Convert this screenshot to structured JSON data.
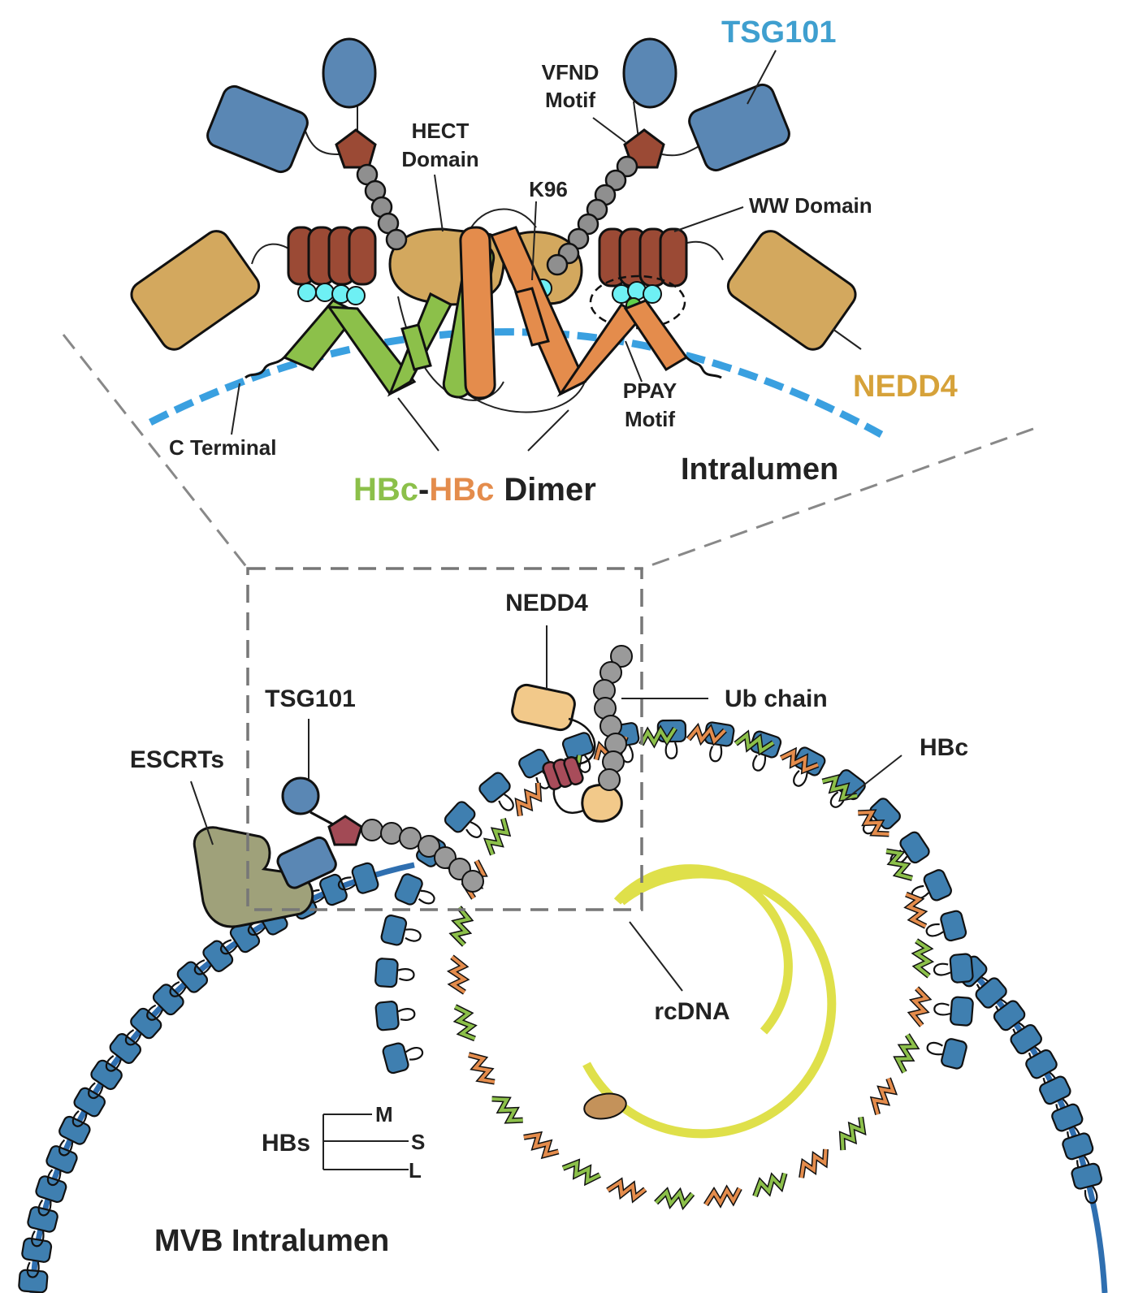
{
  "top_panel": {
    "labels": {
      "tsg101": "TSG101",
      "vfnd_line1": "VFND",
      "vfnd_line2": "Motif",
      "hect_line1": "HECT",
      "hect_line2": "Domain",
      "k96": "K96",
      "ww_domain": "WW Domain",
      "nedd4": "NEDD4",
      "ppay_line1": "PPAY",
      "ppay_line2": "Motif",
      "c_terminal": "C Terminal",
      "intralumen": "Intralumen",
      "dimer_hbc_a": "HBc",
      "dimer_dash": "-",
      "dimer_hbc_b": "HBc",
      "dimer_word": "Dimer"
    }
  },
  "bottom_panel": {
    "labels": {
      "nedd4": "NEDD4",
      "ub_chain": "Ub chain",
      "tsg101": "TSG101",
      "escrts": "ESCRTs",
      "hbc": "HBc",
      "rcdna": "rcDNA",
      "hbs": "HBs",
      "hbs_m": "M",
      "hbs_s": "S",
      "hbs_l": "L",
      "mvb_intralumen": "MVB Intralumen"
    }
  },
  "colors": {
    "tsg101_blue": "#5a87b4",
    "tsg101_text": "#3f9fcf",
    "nedd4_tan": "#d3a85e",
    "nedd4_text": "#d6a23a",
    "ww_brown": "#9b4a35",
    "hbc_green": "#8cc04a",
    "hbc_orange": "#e48c4c",
    "membrane_blue": "#3aa0e0",
    "ubiquitin_gray": "#8f8f8f",
    "binding_cyan": "#6ef0f4",
    "hbs_blue": "#3f7fb0",
    "escrt_olive": "#9fa17a",
    "rcdna_yellow": "#dfe04a"
  }
}
